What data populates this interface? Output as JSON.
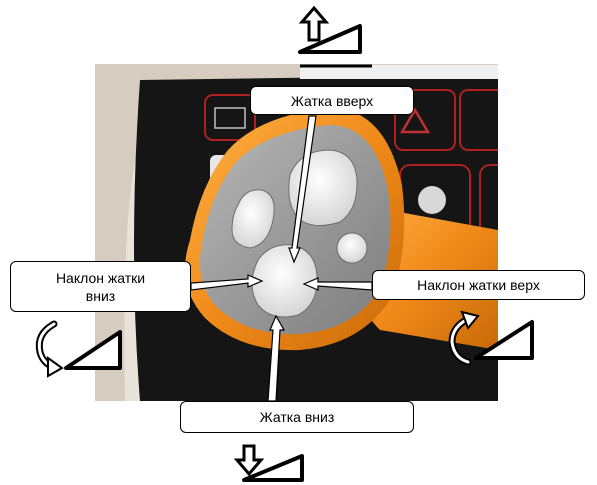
{
  "callouts": {
    "header_up": "Жатка вверх",
    "header_tilt_down": "Наклон жатки\nвниз",
    "header_tilt_up": "Наклон жатки верх",
    "header_down": "Жатка вниз"
  },
  "icons": {
    "top": "arrow-up-pedal-icon",
    "bottom": "arrow-down-pedal-icon",
    "left": "rotate-counterclockwise-pedal-icon",
    "right": "rotate-clockwise-pedal-icon"
  },
  "colors": {
    "handle_orange": "#f08a1a",
    "panel_black": "#151515",
    "plate_gray": "#9a9a9a",
    "button_white": "#f4f4f4"
  }
}
